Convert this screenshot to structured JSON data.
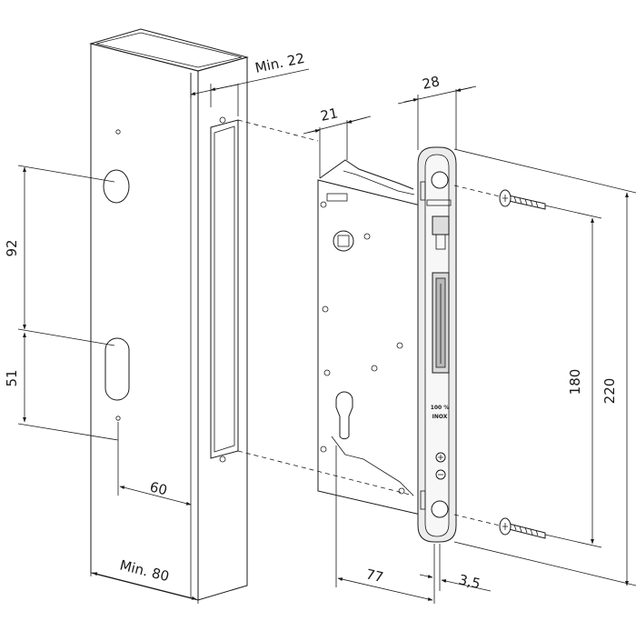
{
  "dimensions": {
    "min_22": "Min. 22",
    "d_28": "28",
    "d_21": "21",
    "d_92": "92",
    "d_51": "51",
    "d_60": "60",
    "min_80": "Min. 80",
    "d_180": "180",
    "d_220": "220",
    "d_77": "77",
    "d_3_5": "3,5"
  },
  "lock": {
    "inox_label_1": "100 %",
    "inox_label_2": "INOX"
  },
  "colors": {
    "line": "#1a1a1a",
    "background": "#ffffff",
    "plate": "#ececec",
    "body": "#ffffff"
  }
}
